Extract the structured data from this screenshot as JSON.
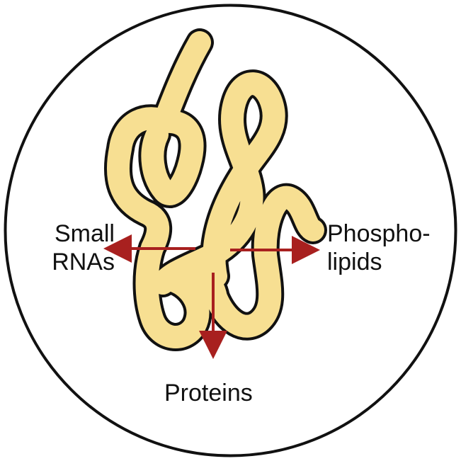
{
  "colors": {
    "circle_stroke": "#111111",
    "filament_fill": "#f7df92",
    "filament_outline": "#111111",
    "arrow": "#a8201f"
  },
  "labels": {
    "left_line1": "Small",
    "left_line2": "RNAs",
    "right_line1": "Phospho-",
    "right_line2": "lipids",
    "bottom": "Proteins"
  }
}
